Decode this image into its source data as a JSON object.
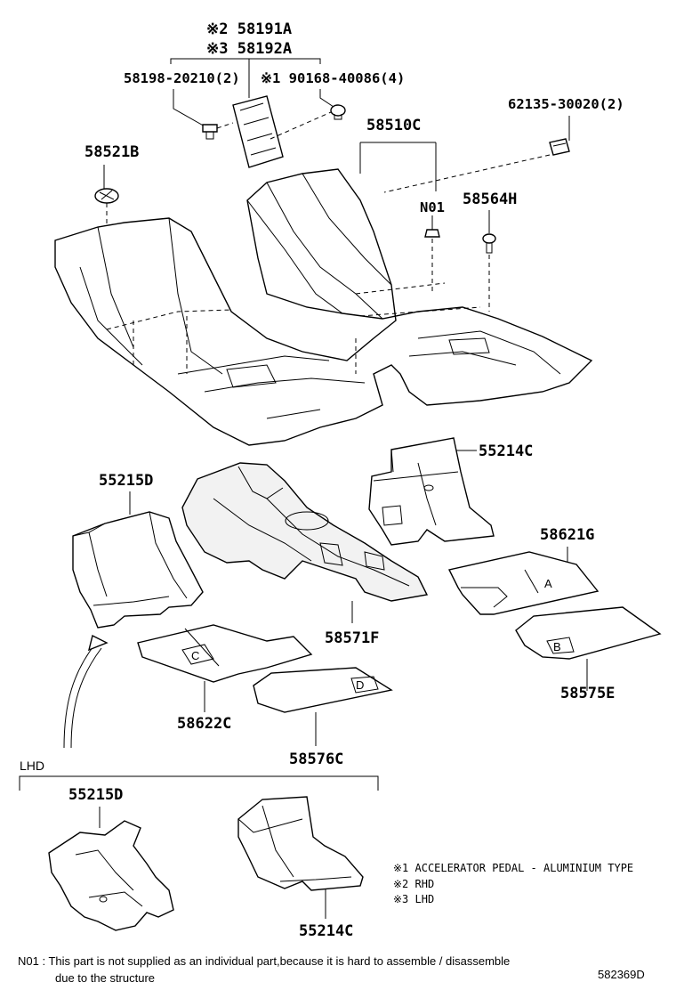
{
  "callouts": {
    "rhd_trim": "※2 58191A",
    "lhd_trim": "※3 58192A",
    "screw_left": "58198-20210(2)",
    "clip_pedal": "※1 90168-40086(4)",
    "clip_right": "62135-30020(2)",
    "clip_left": "58521B",
    "carpet_main": "58510C",
    "nut_n01": "N01",
    "clip_58564": "58564H",
    "silencer_right": "55214C",
    "silencer_left": "55215D",
    "center_carpet": "58571F",
    "mat_right_front": "58621G",
    "mat_right_rear": "58575E",
    "mat_left_front": "58622C",
    "mat_left_rear": "58576C"
  },
  "mat_letters": {
    "a": "A",
    "b": "B",
    "c": "C",
    "d": "D"
  },
  "lhd": {
    "label": "LHD",
    "left_part": "55215D",
    "right_part": "55214C"
  },
  "notes": [
    "※1 ACCELERATOR PEDAL - ALUMINIUM TYPE",
    "※2 RHD",
    "※3 LHD"
  ],
  "footnote": {
    "line1": "N01 : This part is not supplied as an individual part,because it is hard to assemble / disassemble",
    "line2": "due to the structure"
  },
  "diagram_id": "582369D"
}
